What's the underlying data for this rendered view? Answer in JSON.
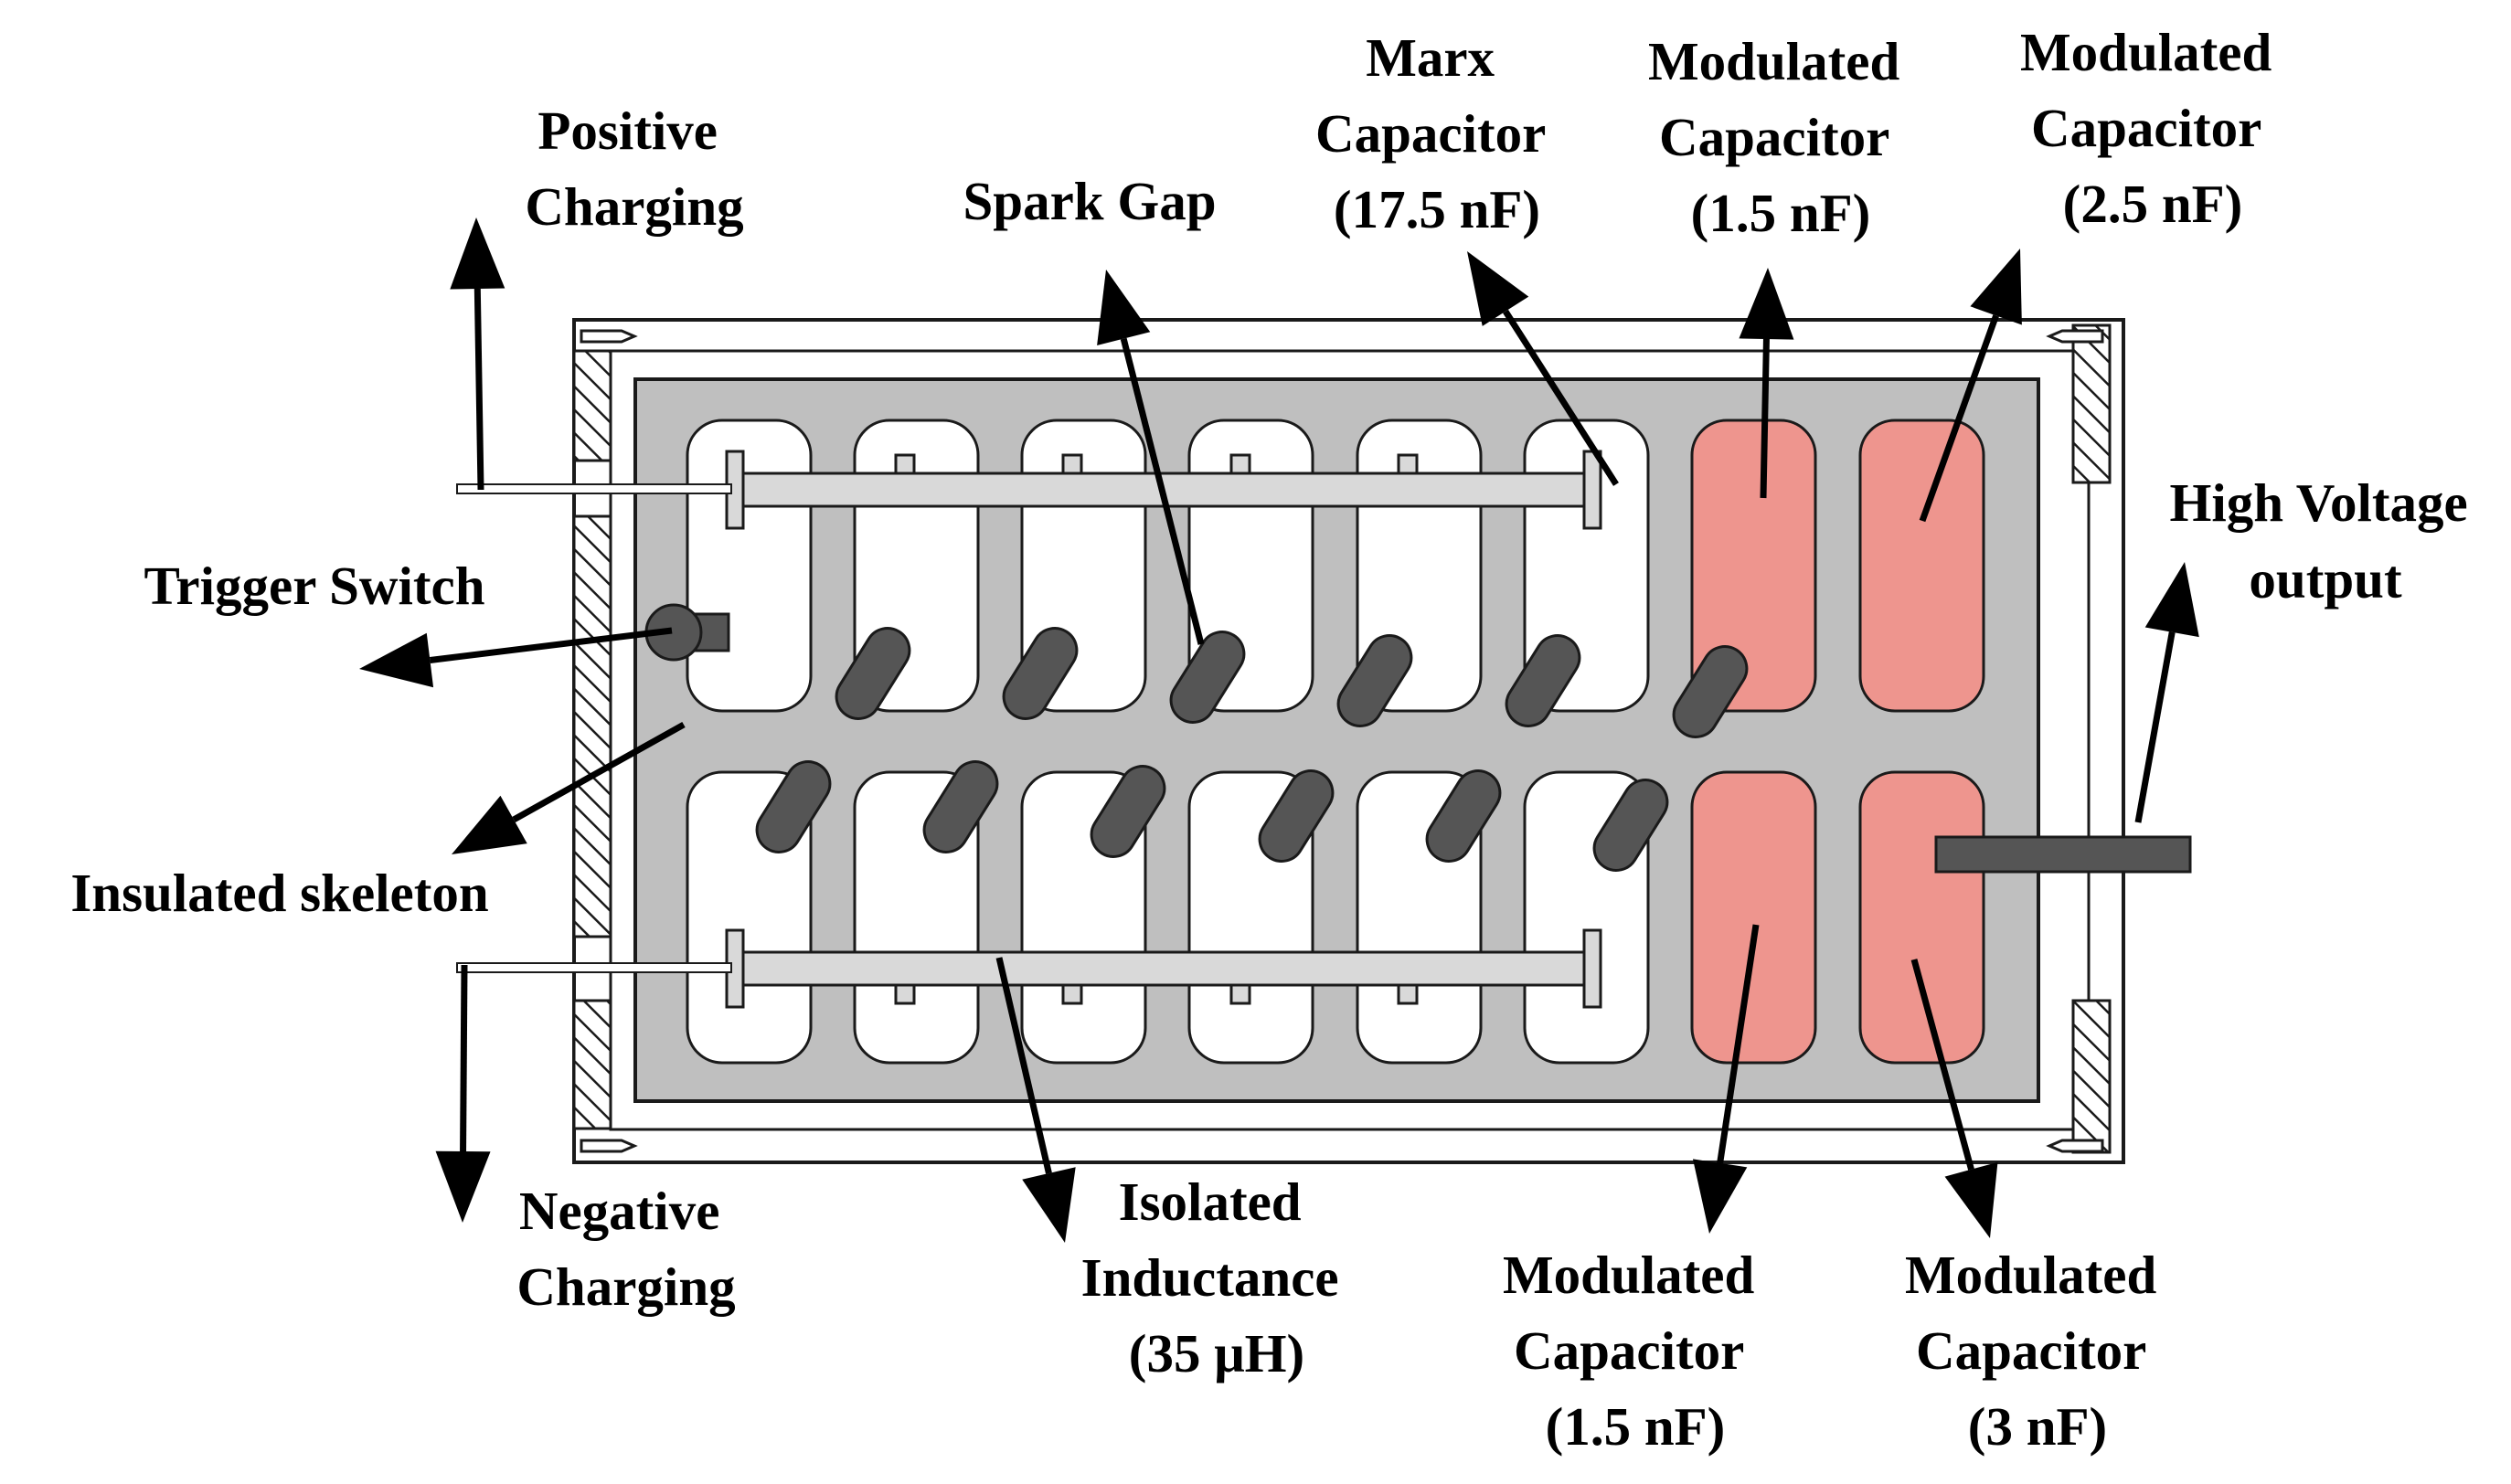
{
  "labels": {
    "positive_charging": [
      "Positive",
      "Charging"
    ],
    "spark_gap": [
      "Spark Gap"
    ],
    "marx_capacitor": [
      "Marx",
      "Capacitor",
      "(17.5 nF)"
    ],
    "mod_cap_top_1": [
      "Modulated",
      "Capacitor",
      "(1.5 nF)"
    ],
    "mod_cap_top_2": [
      "Modulated",
      "Capacitor",
      "(2.5 nF)"
    ],
    "high_voltage_output": [
      "High Voltage",
      "output"
    ],
    "trigger_switch": [
      "Trigger Switch"
    ],
    "insulated_skeleton": [
      "Insulated skeleton"
    ],
    "negative_charging": [
      "Negative",
      "Charging"
    ],
    "isolated_inductance": [
      "Isolated",
      "Inductance",
      "(35 μH)"
    ],
    "mod_cap_bottom_1": [
      "Modulated",
      "Capacitor",
      "(1.5 nF)"
    ],
    "mod_cap_bottom_2": [
      "Modulated",
      "Capacitor",
      "(3 nF)"
    ]
  },
  "colors": {
    "housing_fill": "#bfbfbf",
    "cell_fill": "#ffffff",
    "modulated_capacitor_fill": "#ee958e",
    "spark_gap_fill": "#555555",
    "inductance_bar_fill": "#d9d9d9",
    "output_bar_fill": "#555555",
    "stroke": "#1a1a1a"
  }
}
